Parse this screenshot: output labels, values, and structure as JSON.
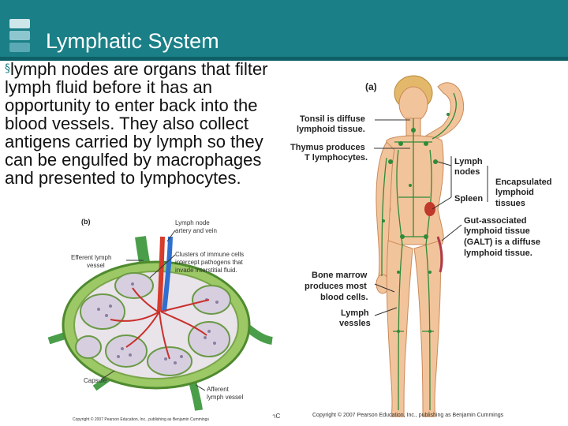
{
  "slide": {
    "title": "Lymphatic System",
    "bullet_mark": "§",
    "bullet_text": "lymph nodes are organs that filter lymph fluid before it has an opportunity to enter back into the blood vessels.  They also collect antigens carried by lymph so they can be engulfed by macrophages and presented to lymphocytes."
  },
  "figure_a": {
    "panel_label": "(a)",
    "tonsil_line1": "Tonsil is diffuse",
    "tonsil_line2": "lymphoid tissue.",
    "thymus_line1": "Thymus produces",
    "thymus_line2": "T lymphocytes.",
    "lymph_nodes_line1": "Lymph",
    "lymph_nodes_line2": "nodes",
    "encap_line1": "Encapsulated",
    "encap_line2": "lymphoid",
    "encap_line3": "tissues",
    "spleen": "Spleen",
    "galt_line1": "Gut-associated",
    "galt_line2": "lymphoid tissue",
    "galt_line3": "(GALT) is a diffuse",
    "galt_line4": "lymphoid tissue.",
    "marrow_line1": "Bone marrow",
    "marrow_line2": "produces most",
    "marrow_line3": "blood cells.",
    "vessels_line1": "Lymph",
    "vessels_line2": "vessles",
    "copyright": "Copyright © 2007 Pearson Education, Inc., publishing as Benjamin Cummings"
  },
  "figure_b": {
    "panel_label": "(b)",
    "artery_line1": "Lymph node",
    "artery_line2": "artery and vein",
    "efferent_line1": "Efferent lymph",
    "efferent_line2": "vessel",
    "clusters_line1": "Clusters of immune cells",
    "clusters_line2": "intercept pathogens that",
    "clusters_line3": "invade interstitial fluid.",
    "capsule": "Capsule",
    "afferent_line1": "Afferent",
    "afferent_line2": "lymph vessel",
    "copyright": "Copyright © 2007 Pearson Education, Inc., publishing as Benjamin Cummings",
    "stray_text": "าC"
  },
  "colors": {
    "title_bar": "#1a7f86",
    "skin": "#f2c49b",
    "lymph_green": "#2f8a3a",
    "node_green": "#8cbf5a",
    "artery_red": "#d63b2b",
    "vein_blue": "#2f6fd0"
  }
}
